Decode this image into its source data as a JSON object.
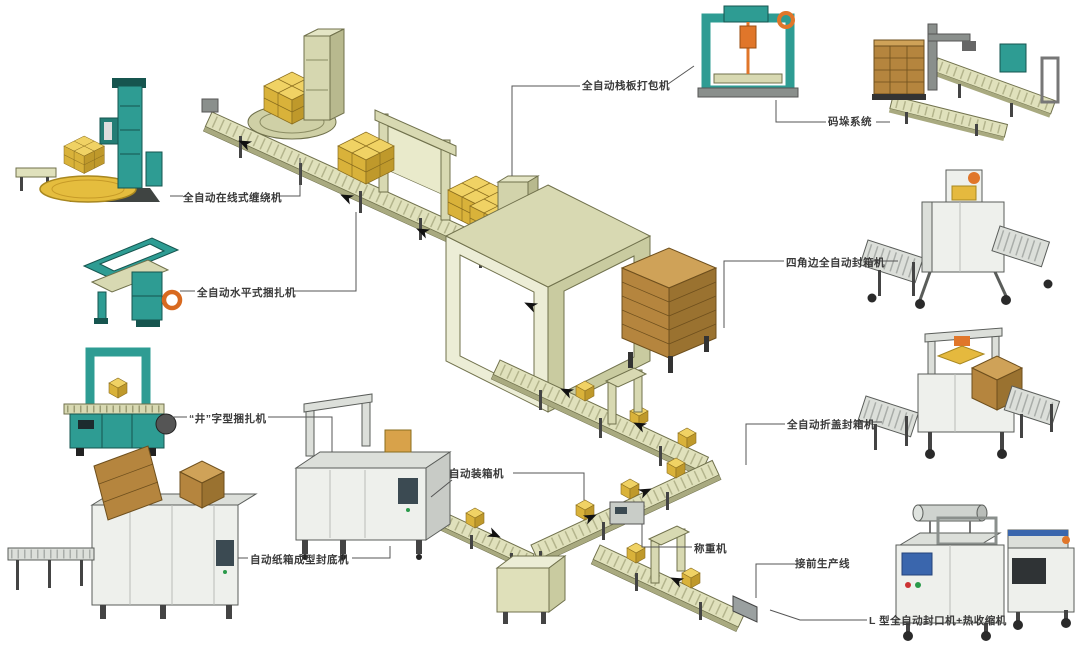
{
  "diagram": {
    "type": "isometric-packaging-line-overview",
    "background": "#ffffff"
  },
  "labels": {
    "inline_wrapper": "全自动在线式缠绕机",
    "horizontal_strapper": "全自动水平式捆扎机",
    "well_type_strapper": "“井”字型捆扎机",
    "carton_former": "自动纸箱成型封底机",
    "case_packer": "自动装箱机",
    "pallet_strapper": "全自动栈板打包机",
    "palletizing_system": "码垛系统",
    "four_corner_sealer": "四角边全自动封箱机",
    "flap_fold_sealer": "全自动折盖封箱机",
    "weigher": "称重机",
    "upstream_line": "接前生产线",
    "l_type_sealer_shrink": "L 型全自动封口机+热收缩机"
  },
  "colors": {
    "machine_teal": "#2E9C93",
    "machine_teal_dark": "#16554f",
    "conveyor_beige": "#e0e1bc",
    "structure_beige": "#d8d9b2",
    "box_yellow": "#f0d264",
    "carton_brown": "#b5853e",
    "machine_gray": "#eef0ec",
    "accent_orange": "#e0762a",
    "accent_blue": "#3a66ad",
    "callout_line": "#555555"
  }
}
